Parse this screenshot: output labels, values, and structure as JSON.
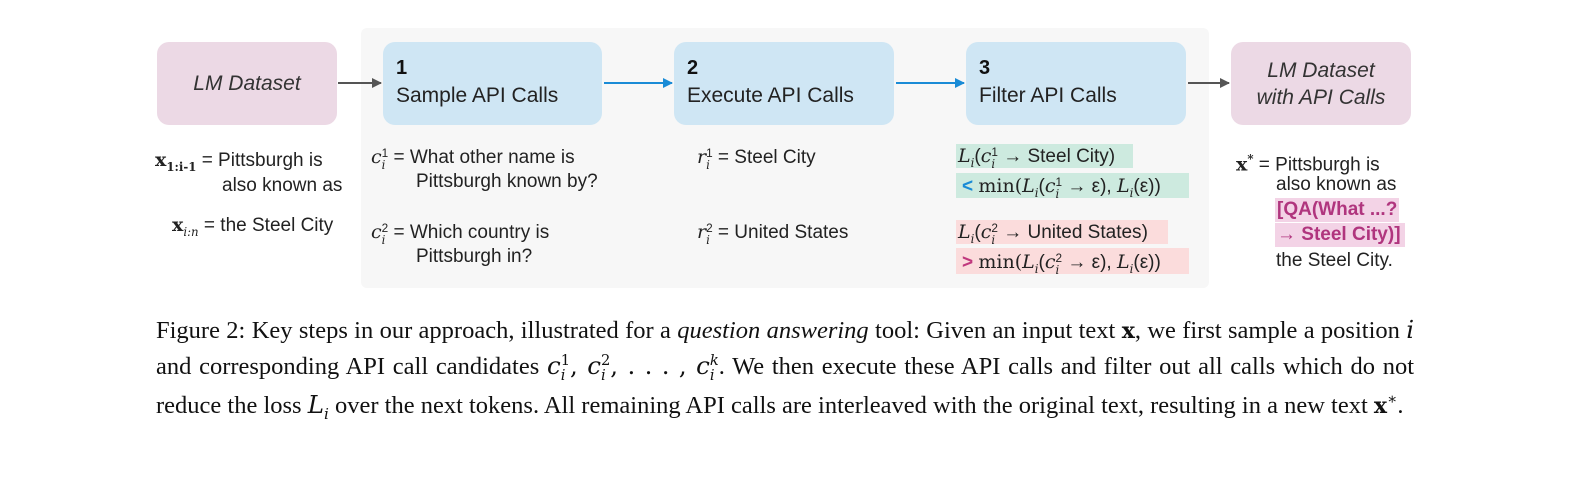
{
  "diagram": {
    "start_box": "LM Dataset",
    "steps": [
      {
        "num": "1",
        "label": "Sample API Calls"
      },
      {
        "num": "2",
        "label": "Execute API Calls"
      },
      {
        "num": "3",
        "label": "Filter API Calls"
      }
    ],
    "end_box": {
      "line1": "LM Dataset",
      "line2": "with API Calls"
    },
    "input": {
      "prefix_sub": "1:i-1",
      "prefix_text_1": "= Pittsburgh is",
      "prefix_text_2": "also known as",
      "suffix_sub": "i:n",
      "suffix_text": "= the Steel City"
    },
    "calls": [
      {
        "sup": "1",
        "line1": "= What other name is",
        "line2": "Pittsburgh known by?"
      },
      {
        "sup": "2",
        "line1": "= Which country is",
        "line2": "Pittsburgh in?"
      }
    ],
    "results": [
      {
        "sup": "1",
        "text": "= Steel City"
      },
      {
        "sup": "2",
        "text": "= United States"
      }
    ],
    "filters": [
      {
        "sup": "1",
        "result": "Steel City",
        "op": "<"
      },
      {
        "sup": "2",
        "result": "United States",
        "op": ">"
      }
    ],
    "output": {
      "line1": "= Pittsburgh is",
      "line2": "also known as",
      "call1": "[QA(What ...?",
      "call2": "→ Steel City)]",
      "line3": "the Steel City."
    },
    "colors": {
      "pink_box": "#ecd9e5",
      "blue_box": "#cfe6f4",
      "blue_arrow": "#1a8bd6",
      "gray_arrow": "#555555",
      "green_highlight": "#cdeadf",
      "red_highlight": "#fbdcdc",
      "magenta": "#b0357e"
    }
  },
  "caption": {
    "fig": "Figure 2:",
    "t1": "Key steps in our approach, illustrated for a",
    "t2_italic": "question answering",
    "t3": "tool: Given an input text",
    "t4": ", we first sample a position",
    "t5": "and corresponding API call candidates",
    "t6": ". We then execute these API calls and filter out all calls which do not reduce the loss",
    "t7": "over the next tokens. All remaining API calls are interleaved with the original text, resulting in a new text"
  }
}
